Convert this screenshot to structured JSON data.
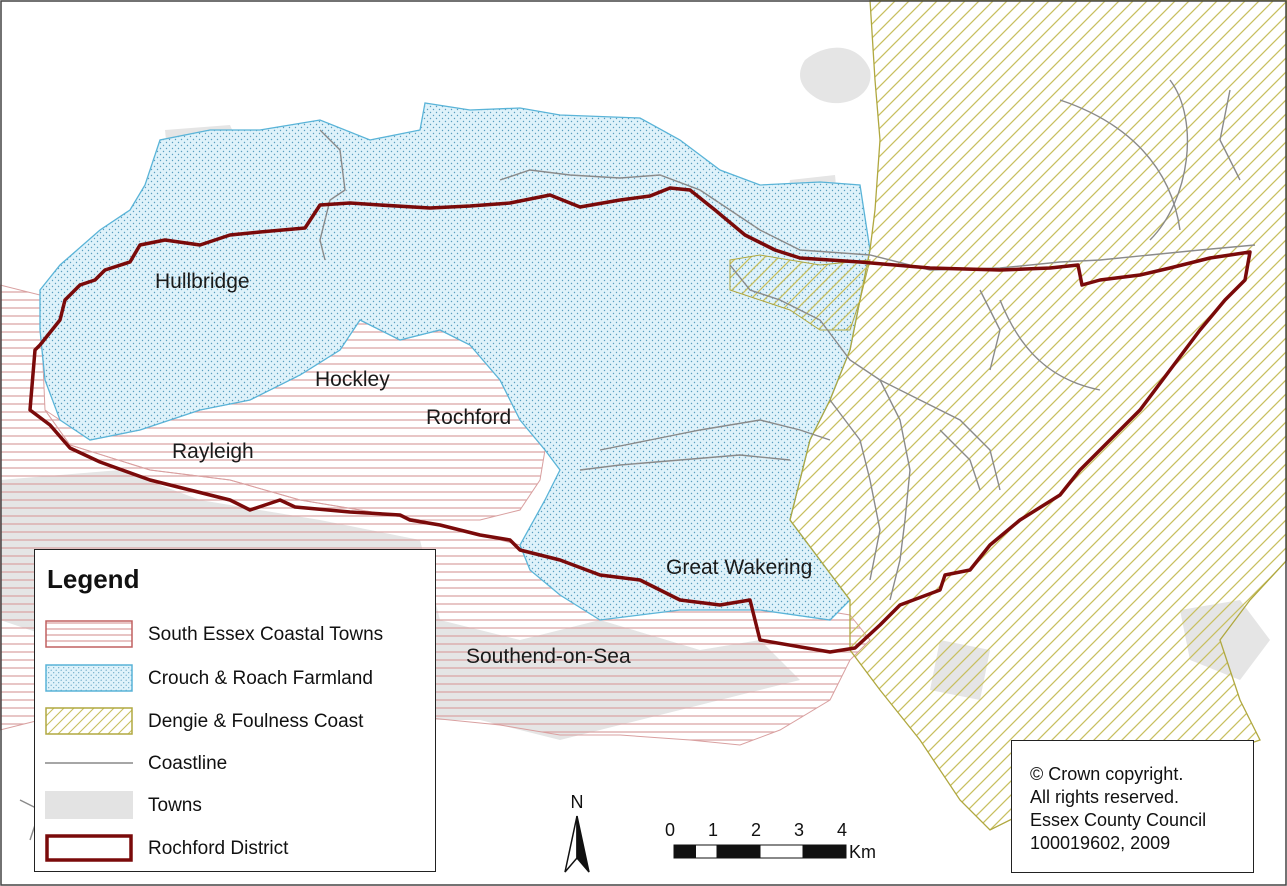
{
  "map": {
    "places": {
      "hullbridge": "Hullbridge",
      "hockley": "Hockley",
      "rochford": "Rochford",
      "rayleigh": "Rayleigh",
      "great_wakering": "Great Wakering",
      "southend": "Southend-on-Sea"
    },
    "colors": {
      "coastal_towns_hatch": "#d9a0a0",
      "farmland_fill": "#dcf0f8",
      "farmland_dots": "#6aa8c8",
      "farmland_outline": "#5ab4d8",
      "dengie_hatch": "#c8c060",
      "dengie_outline": "#b0a840",
      "towns_fill": "#e3e3e3",
      "coastline": "#888888",
      "district_boundary": "#7a0a0a"
    }
  },
  "legend": {
    "title": "Legend",
    "items": [
      {
        "label": "South Essex Coastal Towns",
        "icon": "horizontal-hatch-swatch"
      },
      {
        "label": "Crouch & Roach Farmland",
        "icon": "dotted-swatch"
      },
      {
        "label": "Dengie & Foulness Coast",
        "icon": "diagonal-hatch-swatch"
      },
      {
        "label": "Coastline",
        "icon": "thin-line-swatch"
      },
      {
        "label": "Towns",
        "icon": "grey-fill-swatch"
      },
      {
        "label": "Rochford District",
        "icon": "thick-outline-swatch"
      }
    ]
  },
  "copyright": {
    "line1": "© Crown copyright.",
    "line2": "All rights reserved.",
    "line3": "Essex County Council",
    "line4": "100019602, 2009"
  },
  "north_arrow": {
    "label": "N"
  },
  "scale_bar": {
    "ticks": [
      "0",
      "1",
      "2",
      "3",
      "4"
    ],
    "unit": "Km"
  }
}
